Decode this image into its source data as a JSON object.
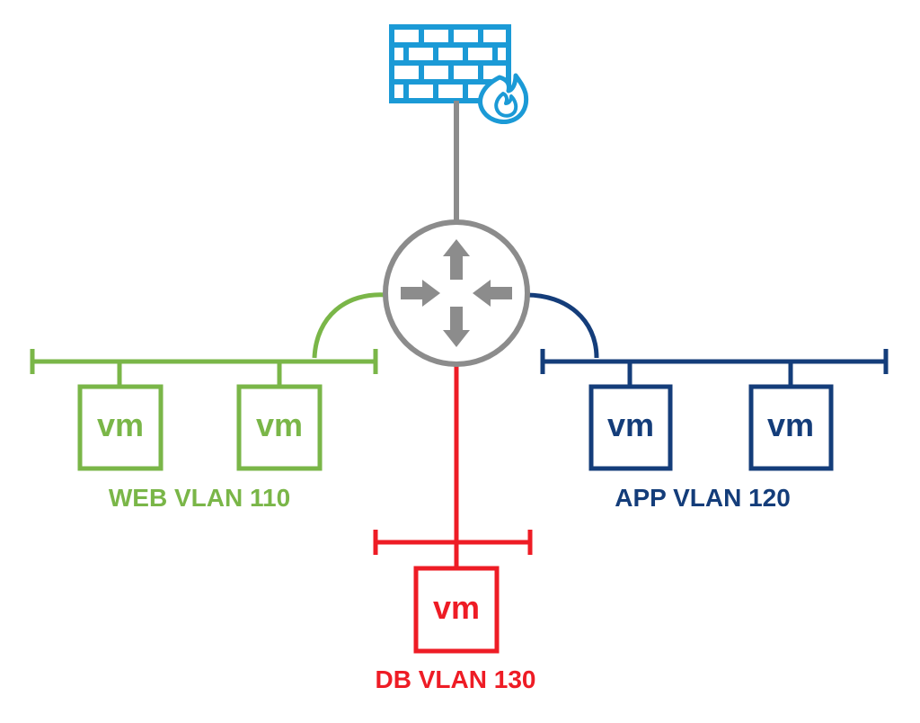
{
  "colors": {
    "web": "#7ab648",
    "app": "#143d7a",
    "db": "#ee1c25",
    "router": "#8c8c8c",
    "firewall": "#1b9ad6"
  },
  "icons": {
    "firewall": "firewall-icon",
    "router": "router-icon"
  },
  "vm_label": "vm",
  "networks": {
    "web": {
      "label": "WEB VLAN 110",
      "vms": [
        "vm",
        "vm"
      ]
    },
    "app": {
      "label": "APP VLAN 120",
      "vms": [
        "vm",
        "vm"
      ]
    },
    "db": {
      "label": "DB VLAN 130",
      "vms": [
        "vm"
      ]
    }
  }
}
